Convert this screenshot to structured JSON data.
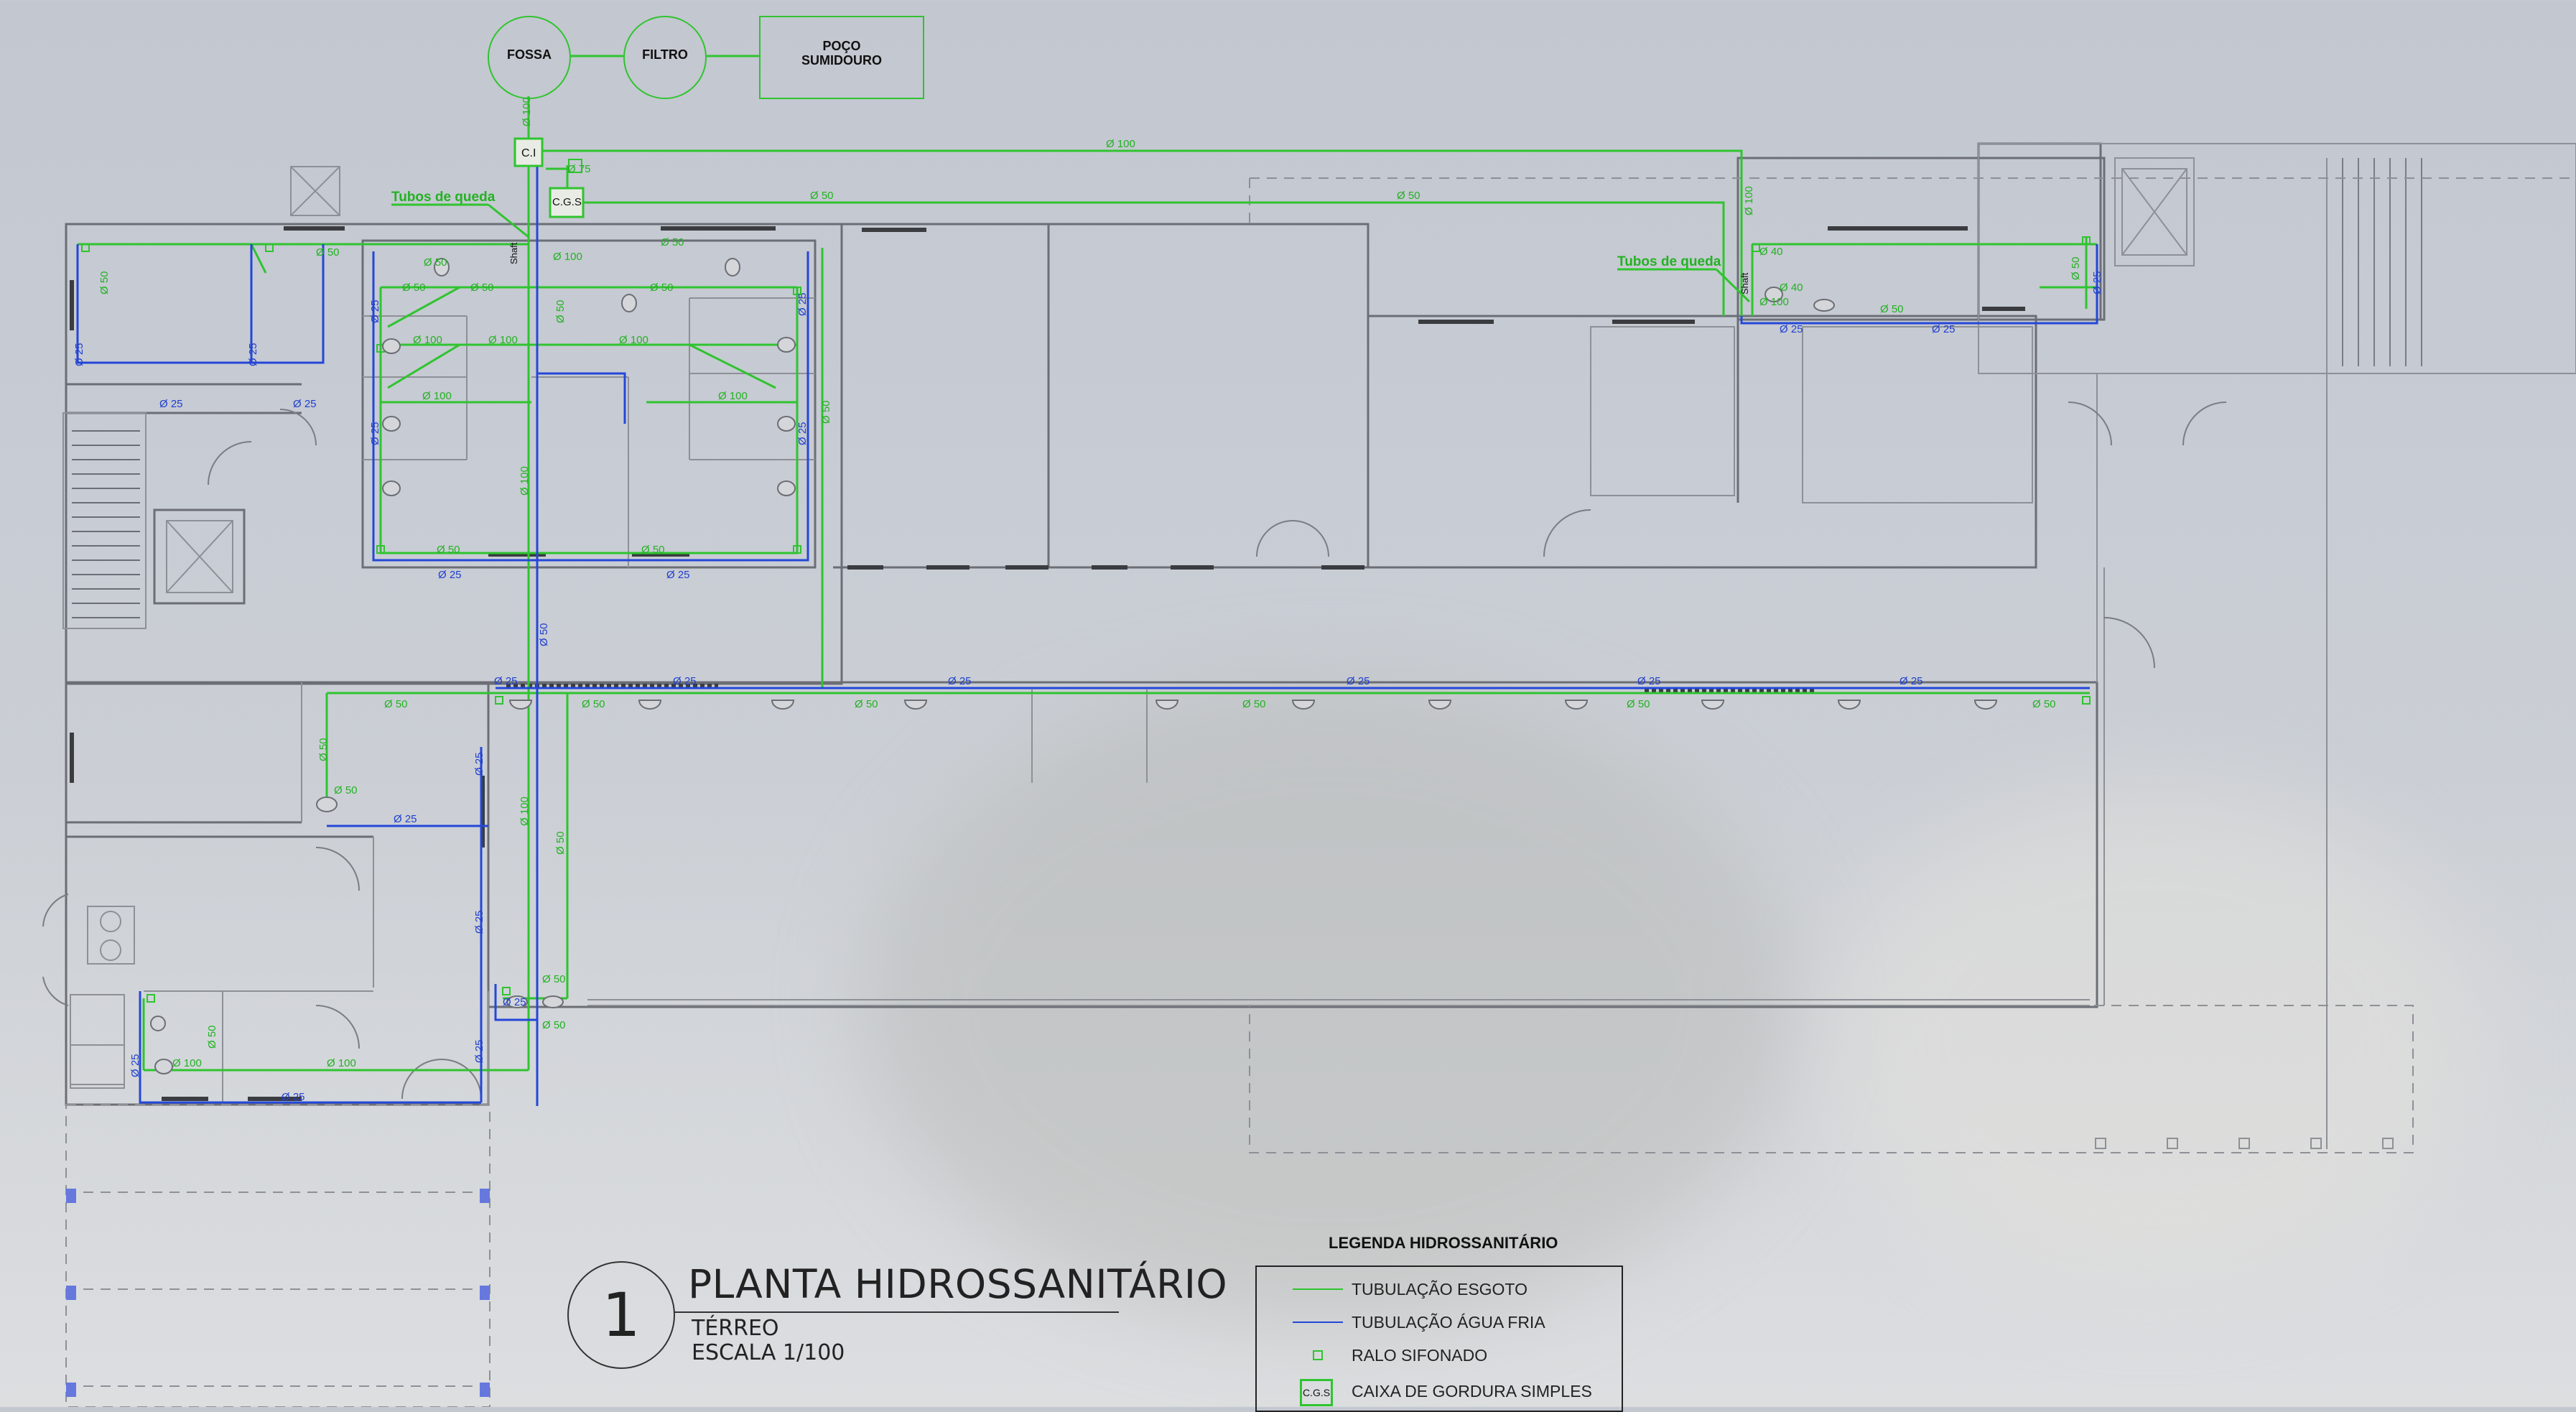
{
  "tanks": {
    "fossa": "FOSSA",
    "filtro": "FILTRO",
    "poco_l1": "POÇO",
    "poco_l2": "SUMIDOURO"
  },
  "boxes": {
    "ci": "C.I",
    "cgs": "C.G.S",
    "shaft": "Shaft"
  },
  "callouts": {
    "tubos_left": "Tubos de queda",
    "tubos_right": "Tubos de queda"
  },
  "pipe_labels": {
    "d100": "Ø 100",
    "d75": "Ø 75",
    "d50": "Ø 50",
    "d40": "Ø 40",
    "d25": "Ø 25"
  },
  "title": {
    "number": "1",
    "main": "PLANTA HIDROSSANITÁRIO",
    "sub1": "TÉRREO",
    "sub2": "ESCALA 1/100"
  },
  "legend": {
    "title": "LEGENDA HIDROSSANITÁRIO",
    "items": [
      {
        "label": "TUBULAÇÃO ESGOTO",
        "symbol": "green-line"
      },
      {
        "label": "TUBULAÇÃO ÁGUA FRIA",
        "symbol": "blue-line"
      },
      {
        "label": "RALO SIFONADO",
        "symbol": "green-square"
      },
      {
        "label": "CAIXA DE GORDURA SIMPLES",
        "symbol": "cgs-box",
        "symbol_text": "C.G.S"
      }
    ]
  },
  "colors": {
    "sewage": "#2fc42f",
    "cold_water": "#2447d8",
    "walls": "#6b6e74",
    "background": "#c7cbd3"
  }
}
